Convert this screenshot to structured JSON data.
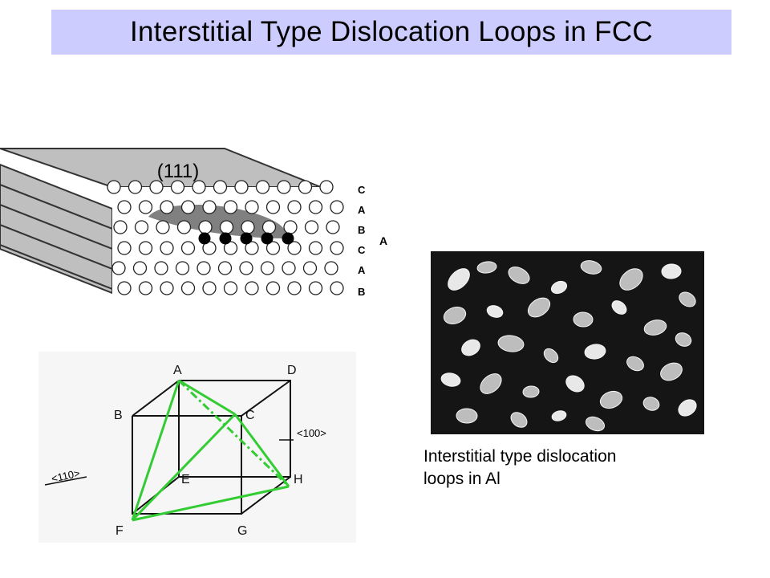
{
  "title": "Interstitial Type Dislocation Loops in FCC",
  "stack": {
    "plane_label": "(111)",
    "layer_labels": [
      "C",
      "A",
      "B",
      "C",
      "A",
      "B"
    ],
    "inserted_label": "A"
  },
  "cube": {
    "vertices": [
      "A",
      "B",
      "C",
      "D",
      "E",
      "F",
      "G",
      "H"
    ],
    "direction_100": "<100>",
    "direction_110": "<110>",
    "edge_color": "#33cc33"
  },
  "caption": {
    "line1": "Interstitial type dislocation",
    "line2": "loops in Al"
  },
  "colors": {
    "title_bg": "#ccccff",
    "plane_gray": "#bfbfbf",
    "loop_dark": "#808080"
  }
}
